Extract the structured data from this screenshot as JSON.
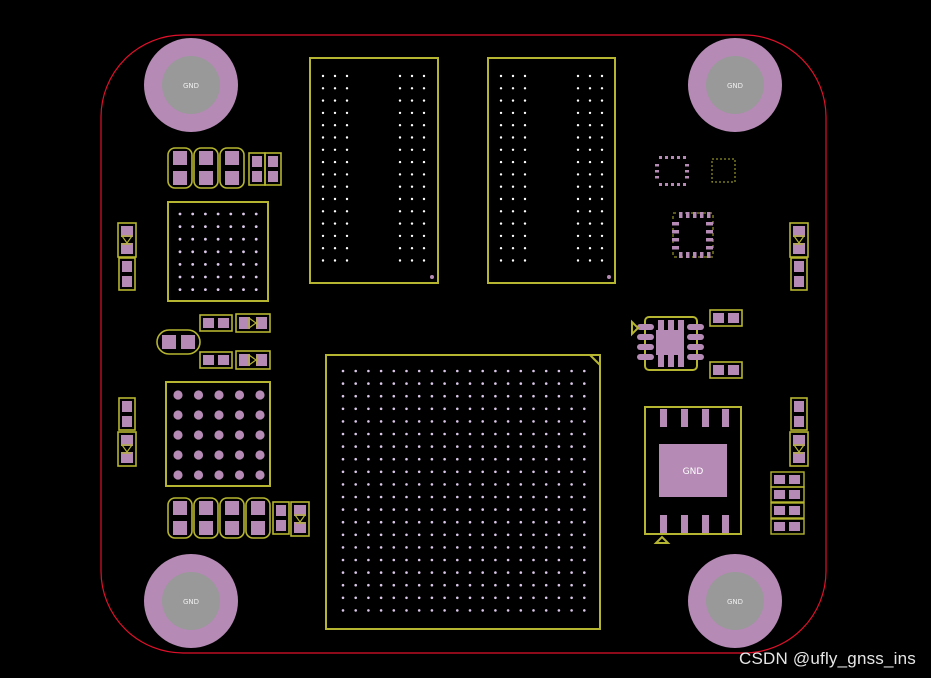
{
  "view": {
    "background": "#000000",
    "outline_color": "#e0102a",
    "silk_color": "#b5b531",
    "pad_color": "#b58ab5",
    "hole_color": "#999999"
  },
  "mounting_holes": [
    {
      "name": "top-left",
      "net": "GND"
    },
    {
      "name": "top-right",
      "net": "GND"
    },
    {
      "name": "bottom-left",
      "net": "GND"
    },
    {
      "name": "bottom-right",
      "net": "GND"
    }
  ],
  "power_pad": {
    "net": "GND"
  },
  "watermark": "CSDN @ufly_gnss_ins"
}
